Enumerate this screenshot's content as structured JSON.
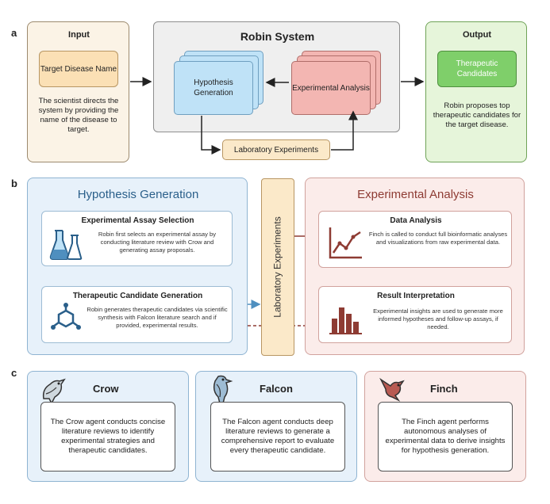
{
  "panel_a": {
    "label": "a",
    "input": {
      "title": "Input",
      "box_label": "Target Disease Name",
      "description": "The scientist directs the system by providing the name of the disease to target."
    },
    "robin": {
      "title": "Robin System",
      "hypothesis": "Hypothesis Generation",
      "experimental": "Experimental Analysis",
      "lab": "Laboratory Experiments"
    },
    "output": {
      "title": "Output",
      "box_label": "Therapeutic Candidates",
      "description": "Robin proposes top therapeutic candidates for the target disease."
    }
  },
  "panel_b": {
    "label": "b",
    "hypothesis_generation": {
      "title": "Hypothesis Generation",
      "assay": {
        "title": "Experimental Assay Selection",
        "text": "Robin first selects an experimental assay by conducting literature review with Crow and generating assay proposals."
      },
      "candidate": {
        "title": "Therapeutic Candidate Generation",
        "text": "Robin generates therapeutic candidates via scientific synthesis with Falcon literature search and if provided, experimental results."
      }
    },
    "lab_label": "Laboratory Experiments",
    "experimental_analysis": {
      "title": "Experimental Analysis",
      "data": {
        "title": "Data Analysis",
        "text": "Finch is called to conduct full bioinformatic analyses and visualizations from raw experimental data."
      },
      "result": {
        "title": "Result Interpretation",
        "text": "Experimental insights are used to generate more informed hypotheses and follow-up assays, if needed."
      }
    }
  },
  "panel_c": {
    "label": "c",
    "crow": {
      "name": "Crow",
      "text": "The Crow agent conducts concise literature reviews to identify experimental strategies and therapeutic candidates."
    },
    "falcon": {
      "name": "Falcon",
      "text": "The Falcon agent conducts deep literature reviews to generate a comprehensive report to evaluate every therapeutic candidate."
    },
    "finch": {
      "name": "Finch",
      "text": "The Finch agent performs autonomous analyses of experimental data to derive insights for hypothesis generation."
    }
  },
  "colors": {
    "blue_accent": "#4f8fbf",
    "red_accent": "#8e3b33",
    "green_accent": "#6fa357"
  }
}
